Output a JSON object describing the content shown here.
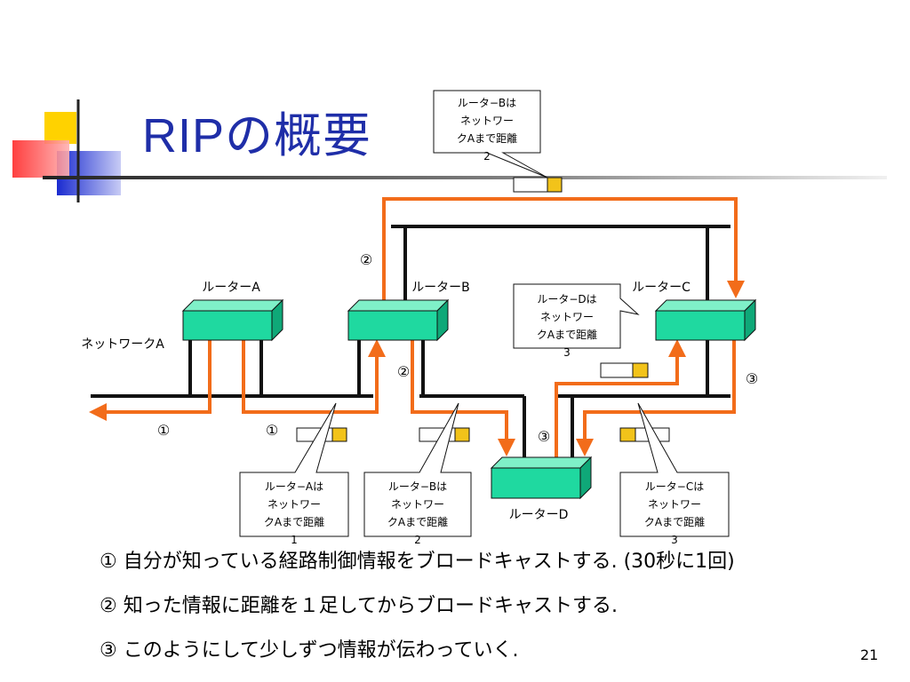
{
  "slide": {
    "title": "RIPの概要",
    "page_number": "21"
  },
  "routers": {
    "a": "ルーターA",
    "b": "ルーターB",
    "c": "ルーターC",
    "d": "ルーターD"
  },
  "network_label": "ネットワークA",
  "step_markers": {
    "one_left": "①",
    "one_right": "①",
    "two_top": "②",
    "two_mid": "②",
    "three_mid": "③",
    "three_right": "③"
  },
  "callouts": {
    "router_a": [
      "ルータ−Aは",
      "ネットワー",
      "クAまで距離",
      "1"
    ],
    "router_b_bottom": [
      "ルータ−Bは",
      "ネットワー",
      "クAまで距離",
      "2"
    ],
    "router_b_top": [
      "ルータ−Bは",
      "ネットワー",
      "クAまで距離",
      "2"
    ],
    "router_c": [
      "ルータ−Cは",
      "ネットワー",
      "クAまで距離",
      "3"
    ],
    "router_d": [
      "ルータ−Dは",
      "ネットワー",
      "クAまで距離",
      "3"
    ]
  },
  "bullets": [
    "① 自分が知っている経路制御情報をブロードキャストする. (30秒に1回)",
    "② 知った情報に距離を１足してからブロードキャストする.",
    "③ このようにして少しずつ情報が伝わっていく."
  ],
  "colors": {
    "title": "#1f2ea8",
    "router_fill": "#1fd9a0",
    "arrow": "#f26c1a",
    "packet_yellow": "#f2c31a",
    "decor_yellow": "#ffd200",
    "decor_red": "#ff3333",
    "decor_blue": "#2233cc"
  }
}
